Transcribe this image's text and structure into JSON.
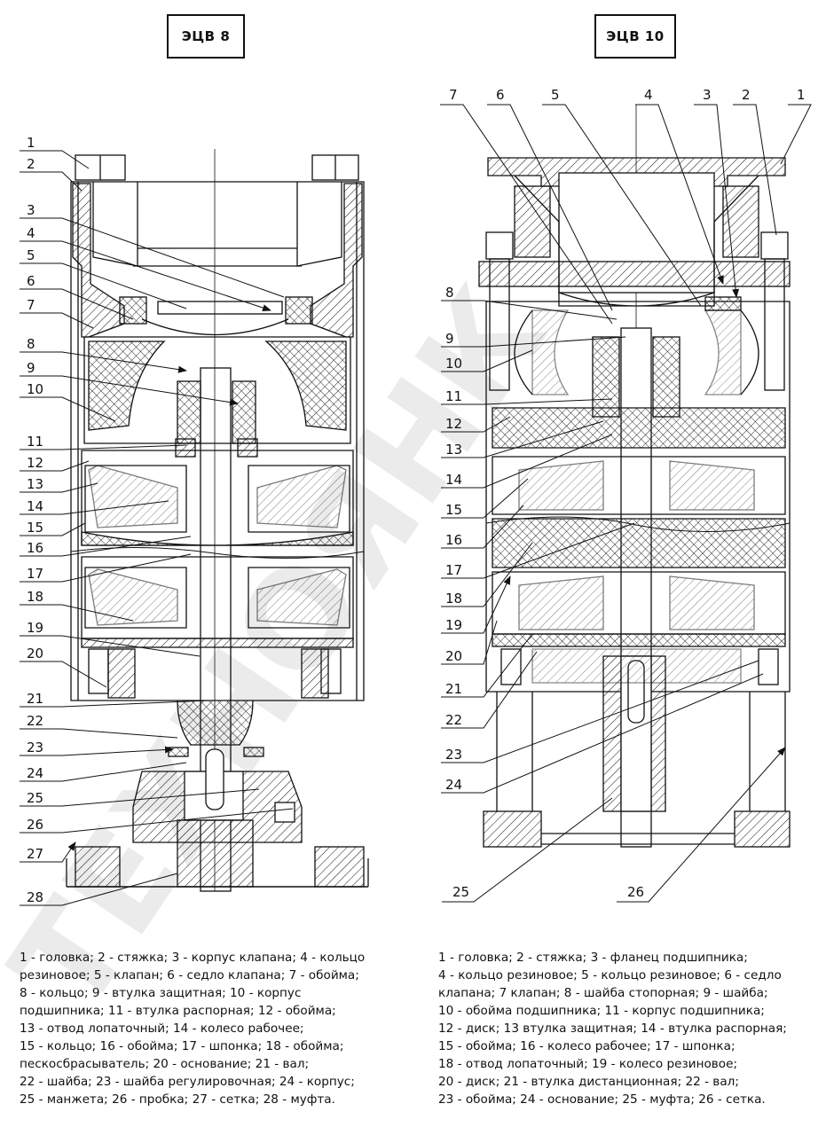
{
  "titles": {
    "left": "ЭЦВ 8",
    "right": "ЭЦВ 10"
  },
  "left_callouts": [
    "1",
    "2",
    "3",
    "4",
    "5",
    "6",
    "7",
    "8",
    "9",
    "10",
    "11",
    "12",
    "13",
    "14",
    "15",
    "16",
    "17",
    "18",
    "19",
    "20",
    "21",
    "22",
    "23",
    "24",
    "25",
    "26",
    "27",
    "28"
  ],
  "right_top_callouts": [
    "7",
    "6",
    "5",
    "4",
    "3",
    "2",
    "1"
  ],
  "right_left_callouts": [
    "8",
    "9",
    "10",
    "11",
    "12",
    "13",
    "14",
    "15",
    "16",
    "17",
    "18",
    "19",
    "20",
    "21",
    "22",
    "23",
    "24"
  ],
  "right_bottom_callouts": [
    "25",
    "26"
  ],
  "legend_left": [
    "1 - головка; 2 - стяжка; 3 - корпус клапана; 4 - кольцо",
    "резиновое; 5 - клапан; 6 - седло клапана; 7 - обойма;",
    "8 - кольцо; 9 - втулка защитная; 10 - корпус",
    "подшипника; 11 - втулка распорная; 12 - обойма;",
    "13 - отвод лопаточный; 14 - колесо рабочее;",
    "15 - кольцо; 16 - обойма; 17 - шпонка; 18 - обойма;",
    "пескосбрасыватель; 20 - основание; 21 - вал;",
    "22 - шайба; 23 - шайба регулировочная; 24 - корпус;",
    "25 - манжета; 26 - пробка; 27 - сетка; 28 - муфта."
  ],
  "legend_right": [
    "1 - головка; 2 - стяжка; 3 - фланец подшипника;",
    "4 - кольцо резиновое; 5 - кольцо резиновое; 6 - седло",
    "клапана; 7 клапан; 8 - шайба стопорная; 9 - шайба;",
    "10 - обойма подшипника; 11 - корпус подшипника;",
    "12 - диск; 13 втулка защитная; 14 - втулка распорная;",
    "15 - обойма; 16 - колесо рабочее; 17 - шпонка;",
    "18 - отвод лопаточный; 19 - колесо резиновое;",
    "20 - диск; 21 - втулка дистанционная; 22 - вал;",
    "23 - обойма; 24 - основание; 25 - муфта; 26 - сетка."
  ],
  "watermark": "ТЕХНОЯНК",
  "colors": {
    "ink": "#111111",
    "watermark": "#e6e6e6"
  }
}
